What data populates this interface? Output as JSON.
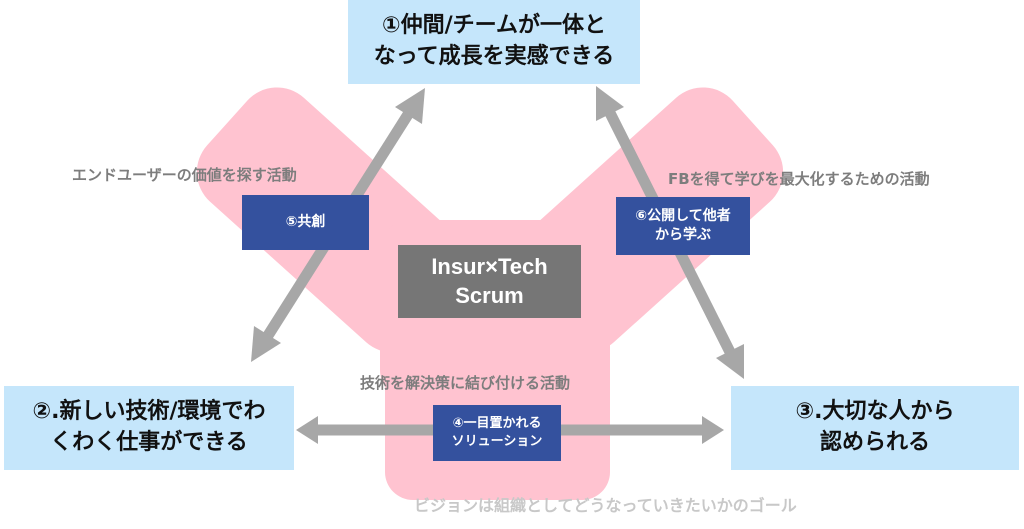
{
  "goals": {
    "top": {
      "line1": "①仲間/チームが一体と",
      "line2": "なって成長を実感できる"
    },
    "left": {
      "line1": "②.新しい技術/環境でわ",
      "line2": "くわく仕事ができる"
    },
    "right": {
      "line1": "③.大切な人から",
      "line2": "認められる"
    }
  },
  "center": {
    "line1": "Insur×Tech",
    "line2": "Scrum"
  },
  "activities": {
    "cocreation": {
      "label": "⑤共創"
    },
    "publish": {
      "line1": "⑥公開して他者",
      "line2": "から学ぶ"
    },
    "solution": {
      "line1": "④一目置かれる",
      "line2": "ソリューション"
    }
  },
  "labels": {
    "left_edge": "エンドユーザーの価値を探す活動",
    "right_edge": "FBを得て学びを最大化するための活動",
    "bottom_edge": "技術を解決策に結び付ける活動",
    "vision": "ビジョンは組織としてどうなっていきたいかのゴール"
  },
  "colors": {
    "goal_box": "#c5e6fb",
    "activity_box": "#34519e",
    "center_box": "#767676",
    "y_shape": "#ffc3d0",
    "arrow": "#a7a7a7"
  }
}
